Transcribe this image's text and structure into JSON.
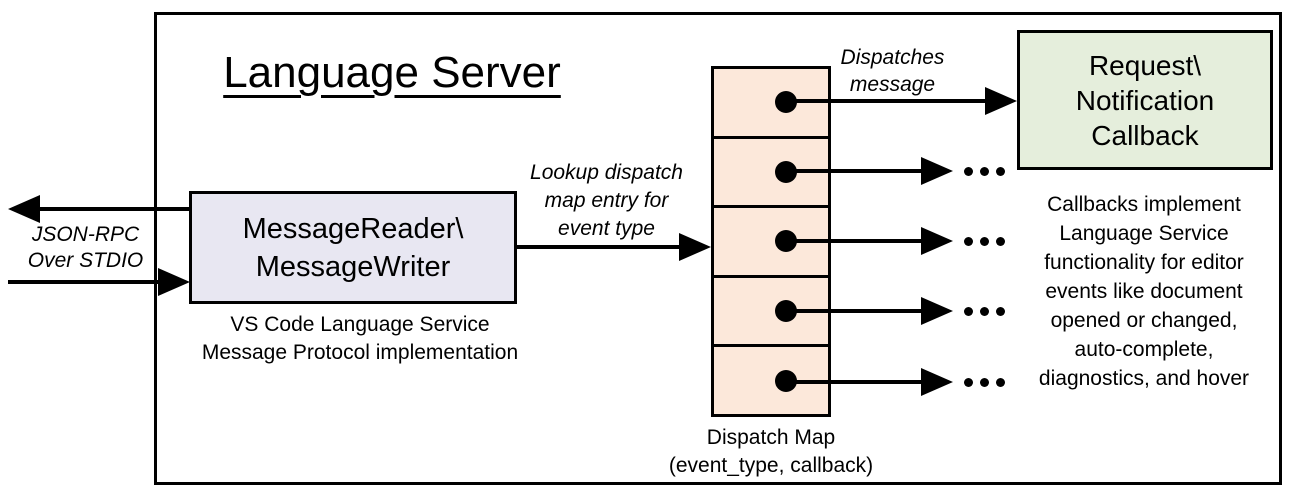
{
  "title": "Language Server",
  "io": {
    "label_line1": "JSON-RPC",
    "label_line2": "Over STDIO"
  },
  "reader": {
    "name_line1": "MessageReader\\",
    "name_line2": "MessageWriter",
    "caption_line1": "VS Code Language Service",
    "caption_line2": "Message Protocol implementation"
  },
  "lookup": {
    "line1": "Lookup dispatch",
    "line2": "map entry for",
    "line3": "event type"
  },
  "dispatches": {
    "line1": "Dispatches",
    "line2": "message"
  },
  "dispatch_map": {
    "rows": 5,
    "label_line1": "Dispatch Map",
    "label_line2": "(event_type, callback)"
  },
  "callback": {
    "line1": "Request\\",
    "line2": "Notification",
    "line3": "Callback"
  },
  "callbacks_note": {
    "lines": [
      "Callbacks implement",
      "Language Service",
      "functionality for editor",
      "events like document",
      "opened or changed,",
      "auto-complete,",
      "diagnostics, and hover"
    ]
  },
  "icons": {
    "ellipsis": "...",
    "entry_dot": "•",
    "arrow": "→"
  },
  "colors": {
    "reader_fill": "#e8e7f2",
    "map_fill": "#fce8da",
    "callback_fill": "#e5eedc",
    "stroke": "#000000",
    "background": "#ffffff"
  }
}
